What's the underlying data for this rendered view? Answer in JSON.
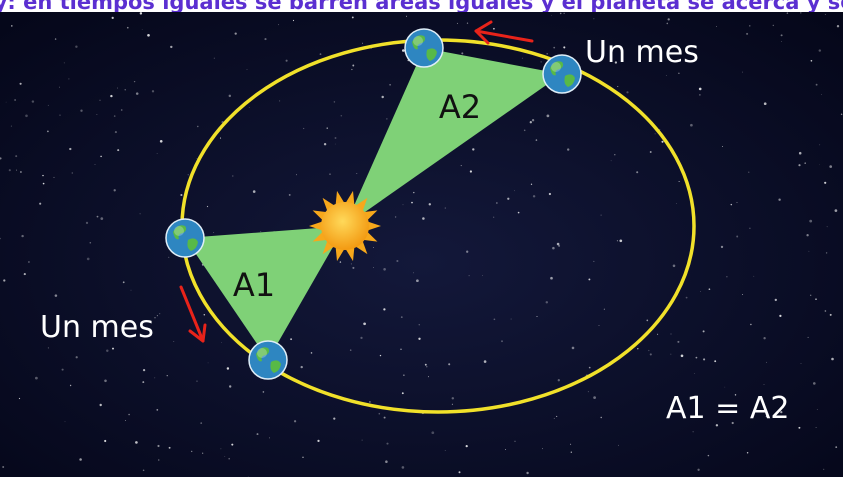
{
  "header": {
    "text": "…la segunda ley: en tiempos iguales se barren áreas iguales y el planeta se acerca y se aleja del Sol…"
  },
  "labels": {
    "area_top": "A2",
    "area_bottom": "A1",
    "interval_top": "Un mes",
    "interval_bottom": "Un mes",
    "equation": "A1 = A2"
  },
  "colors": {
    "space": "#07091c",
    "orbit": "#f1e12a",
    "swept_area": "#7fd177",
    "sun": "#f7a81b",
    "arrow": "#e8231a",
    "header_text": "#5b2fd1",
    "label_text": "#ffffff",
    "area_label_text": "#111111",
    "earth_ocean": "#2e86c1",
    "earth_land": "#58b947"
  },
  "icons": {
    "sun": "sun-icon",
    "planet": "earth-icon",
    "motion_arrow": "red-arrow-icon"
  }
}
